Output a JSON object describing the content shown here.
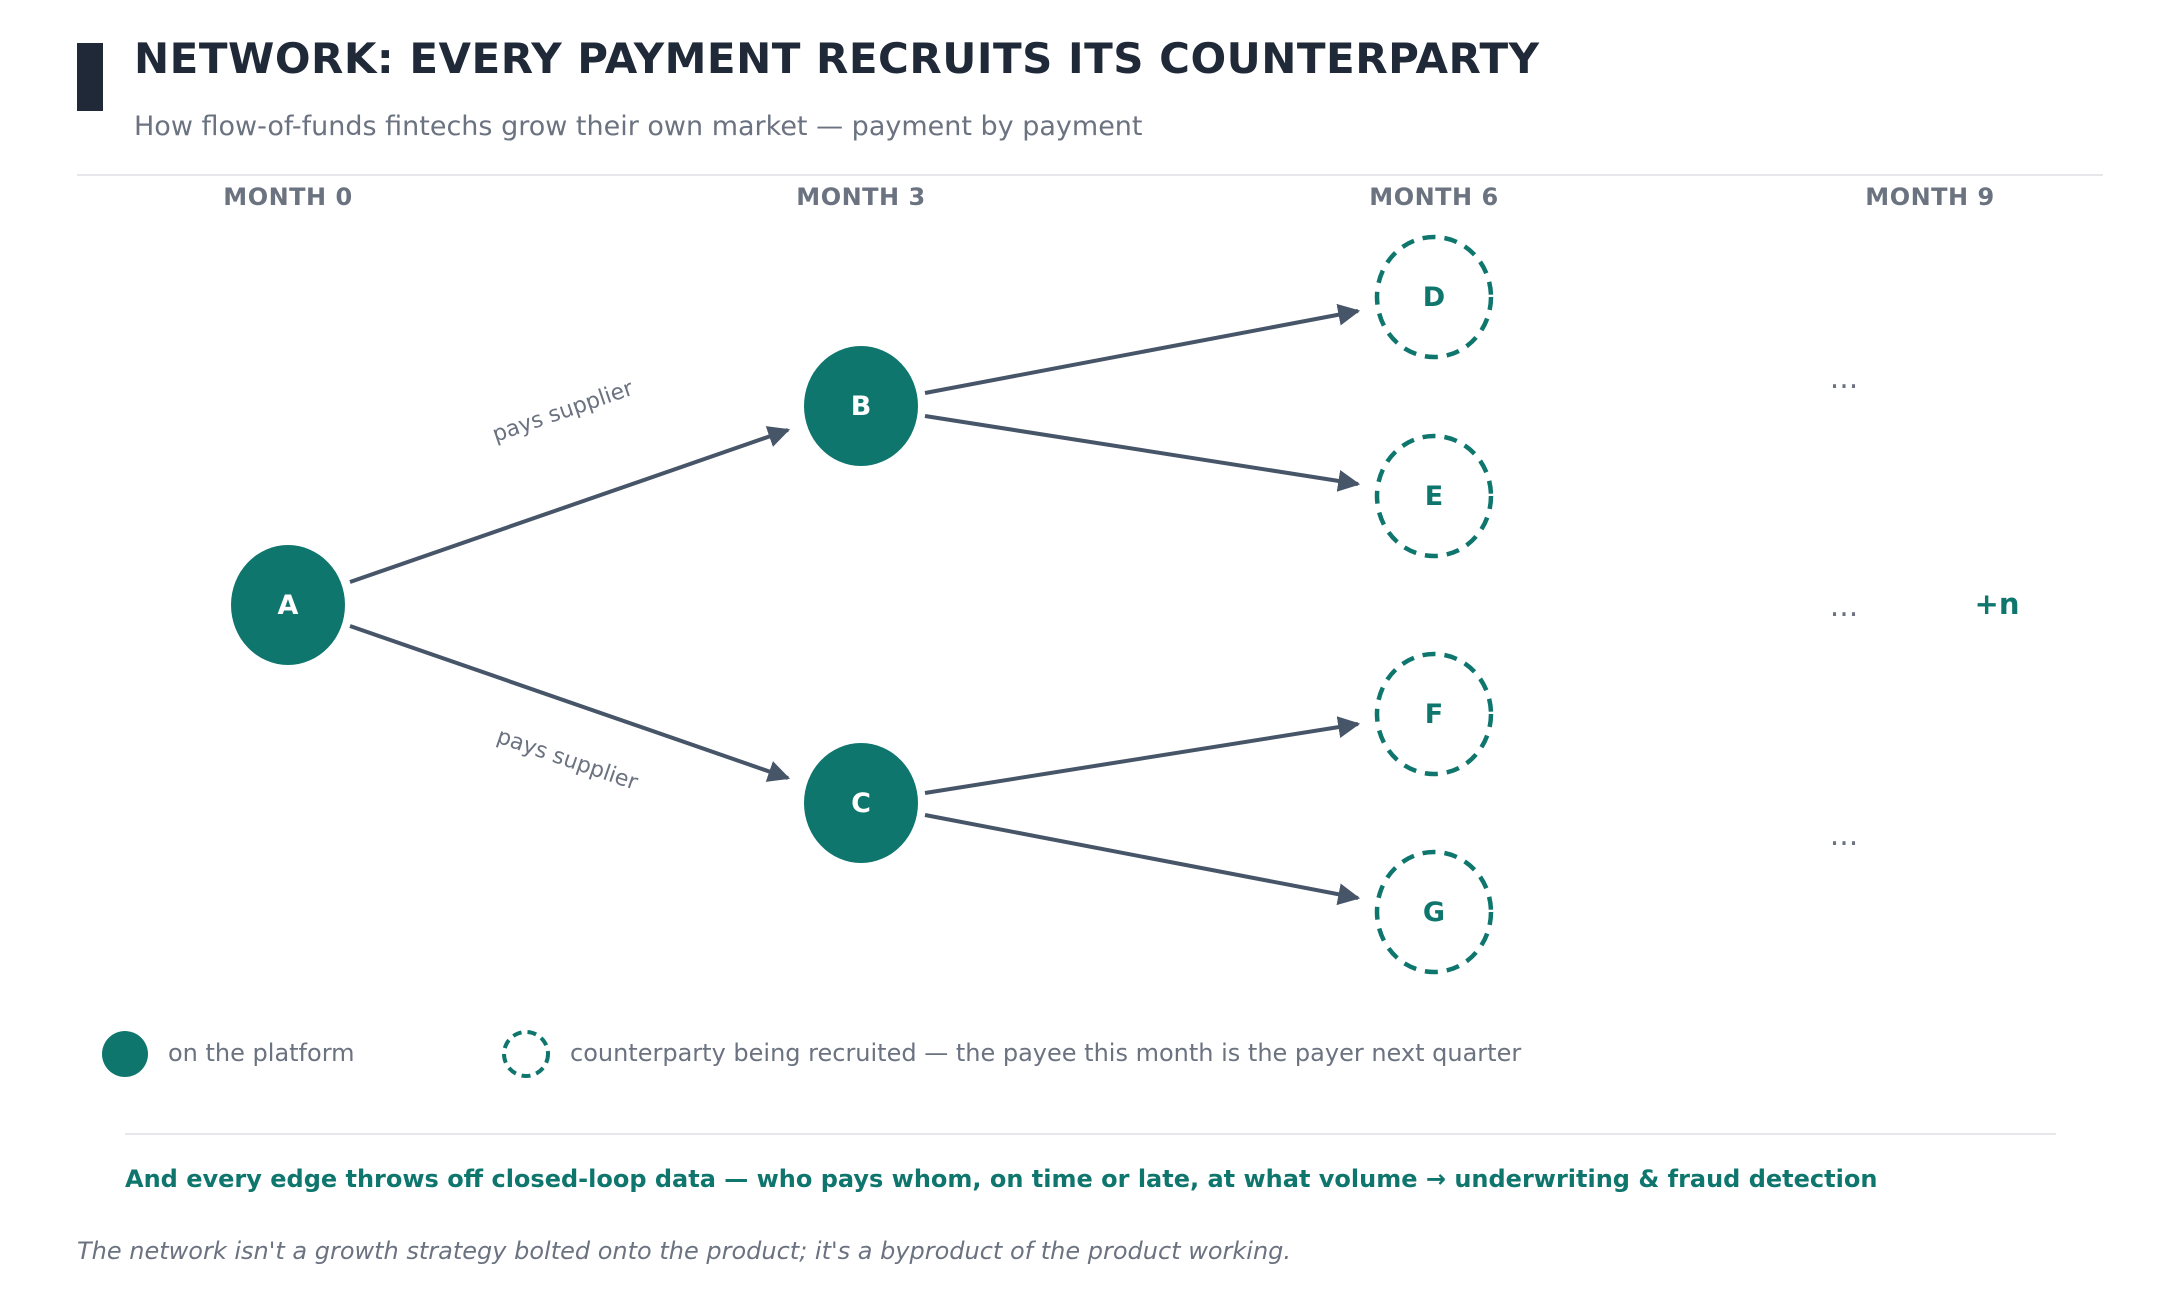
{
  "header": {
    "title": "NETWORK: EVERY PAYMENT RECRUITS ITS COUNTERPARTY",
    "subtitle": "How flow-of-funds fintechs grow their own market — payment by payment"
  },
  "months": [
    "MONTH 0",
    "MONTH 3",
    "MONTH 6",
    "MONTH 9"
  ],
  "nodes": {
    "a": "A",
    "b": "B",
    "c": "C",
    "d": "D",
    "e": "E",
    "f": "F",
    "g": "G"
  },
  "edge_labels": {
    "upper": "pays supplier",
    "lower": "pays supplier"
  },
  "continuation": {
    "ellipsis": "...",
    "more": "+n"
  },
  "legend": {
    "on_platform": "on the platform",
    "recruited": "counterparty being recruited — the payee this month is the payer next quarter"
  },
  "takeaway": "And every edge throws off closed-loop data — who pays whom, on time or late, at what volume → underwriting & fraud detection",
  "footnote": "The network isn't a growth strategy bolted onto the product; it's a byproduct of the product working.",
  "colors": {
    "teal": "#0f766e",
    "edge": "#475569",
    "title": "#1f2937",
    "muted": "#6b7280"
  }
}
